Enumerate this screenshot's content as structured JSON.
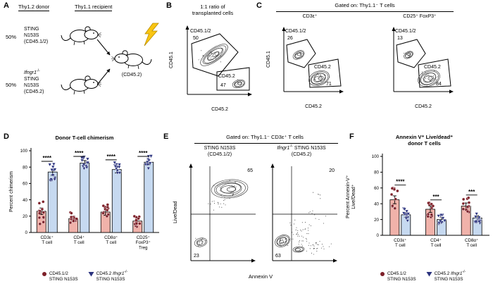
{
  "panelA": {
    "label": "A",
    "donor_heading": "Thy1.2 donor",
    "recipient_heading": "Thy1.1 recipient",
    "row1_pct": "50%",
    "row1_lines": [
      "STING",
      "N153S",
      "(CD45.1/2)"
    ],
    "row2_pct": "50%",
    "row2_gene": "Ifngr1",
    "row2_gene_sup": "-/-",
    "row2_lines": [
      "STING",
      "N153S",
      "(CD45.2)"
    ],
    "recipient_label": "(CD45.2)"
  },
  "panelB": {
    "label": "B",
    "title_line1": "1:1 ratio of",
    "title_line2": "transplanted cells",
    "xlabel": "CD45.2",
    "ylabel": "CD45.1",
    "gate1_label": "CD45.1/2",
    "gate1_value": "50",
    "gate2_label": "CD45.2",
    "gate2_value": "47"
  },
  "panelC": {
    "label": "C",
    "header": "Gated on: Thy1.1⁻ T cells",
    "xlabel": "CD45.2",
    "ylabel": "CD45.1",
    "plot1": {
      "subtitle": "CD3ε⁺",
      "gate1_label": "CD45.1/2",
      "gate1_value": "26",
      "gate2_label": "CD45.2",
      "gate2_value": "71"
    },
    "plot2": {
      "subtitle": "CD25⁺ FoxP3⁺",
      "gate1_label": "CD45.1/2",
      "gate1_value": "13",
      "gate2_label": "CD45.2",
      "gate2_value": "84"
    }
  },
  "panelD": {
    "label": "D"
  },
  "panelE": {
    "label": "E",
    "header": "Gated on: Thy1.1⁻ CD3ε⁺ T cells",
    "xlabel": "Annexin V",
    "ylabel": "Live/Dead",
    "plot1": {
      "subtitle_line1": "STING N153S",
      "subtitle_line2": "(CD45.1/2)",
      "ur_value": "65",
      "ll_value": "23"
    },
    "plot2": {
      "gene": "Ifngr1",
      "gene_sup": "-/-",
      "subtitle_rest": " STING N153S",
      "subtitle_line2": "(CD45.2)",
      "ur_value": "20",
      "ll_value": "63"
    }
  },
  "panelF": {
    "label": "F",
    "title_line1": "Annexin V⁺ Live/dead⁺",
    "title_line2": "donor T cells"
  },
  "legend": {
    "item1_line1": "CD45.1/2",
    "item1_line2": "STING N153S",
    "item2_pre": "CD45.2 ",
    "item2_gene": "Ifngr1",
    "item2_sup": "-/-",
    "item2_line2": "STING N153S"
  },
  "colors": {
    "red_fill": "#f0b2aa",
    "red_point": "#7d2029",
    "blue_fill": "#c6d9f0",
    "blue_point": "#2a327e",
    "bolt_fill": "#f9c512",
    "bolt_stroke": "#b98d00",
    "contour": "#3a3a3a"
  },
  "chart_data": [
    {
      "id": "panel-D",
      "type": "bar",
      "title": "Donor T-cell chimerism",
      "ylabel": "Percent chimerism",
      "ylim": [
        0,
        100
      ],
      "yticks": [
        0,
        20,
        40,
        60,
        80,
        100
      ],
      "grid": false,
      "legend_position": "bottom",
      "categories": [
        [
          "CD3ε⁺",
          "T cell"
        ],
        [
          "CD4⁺",
          "T cell"
        ],
        [
          "CD8α⁺",
          "T cell"
        ],
        [
          "CD25⁺",
          "FoxP3⁺",
          "Treg"
        ]
      ],
      "series": [
        {
          "name": "CD45.1/2 STING N153S",
          "marker": "circle",
          "values": [
            26,
            17,
            25,
            14
          ],
          "err": [
            4,
            3,
            4,
            3
          ],
          "spread": [
            16,
            8,
            10,
            7
          ]
        },
        {
          "name": "CD45.2 Ifngr1⁻/⁻ STING N153S",
          "marker": "triangle-down",
          "values": [
            74,
            85,
            77,
            86
          ],
          "err": [
            4,
            3,
            4,
            3
          ],
          "spread": [
            12,
            8,
            10,
            8
          ]
        }
      ],
      "significance": [
        "****",
        "****",
        "****",
        "****"
      ]
    },
    {
      "id": "panel-F",
      "type": "bar",
      "title": "Annexin V⁺ Live/dead⁺ donor T cells",
      "ylabel": "Percent Annexin-V⁺ Live/Dead⁺",
      "ylabel_lines": [
        "Percent Annexin-V⁺",
        "Live/Dead⁺"
      ],
      "ylim": [
        0,
        100
      ],
      "yticks": [
        0,
        20,
        40,
        60,
        80,
        100
      ],
      "grid": false,
      "legend_position": "bottom",
      "categories": [
        [
          "CD3ε⁺",
          "T cell"
        ],
        [
          "CD4⁺",
          "T cell"
        ],
        [
          "CD8α⁺",
          "T cell"
        ]
      ],
      "series": [
        {
          "name": "CD45.1/2 STING N153S",
          "marker": "circle",
          "values": [
            45,
            33,
            37
          ],
          "err": [
            5,
            4,
            4
          ],
          "spread": [
            17,
            11,
            11
          ]
        },
        {
          "name": "CD45.2 Ifngr1⁻/⁻ STING N153S",
          "marker": "triangle-down",
          "values": [
            26,
            20,
            22
          ],
          "err": [
            3,
            3,
            3
          ],
          "spread": [
            8,
            7,
            7
          ]
        }
      ],
      "significance": [
        "****",
        "***",
        "***"
      ]
    }
  ]
}
